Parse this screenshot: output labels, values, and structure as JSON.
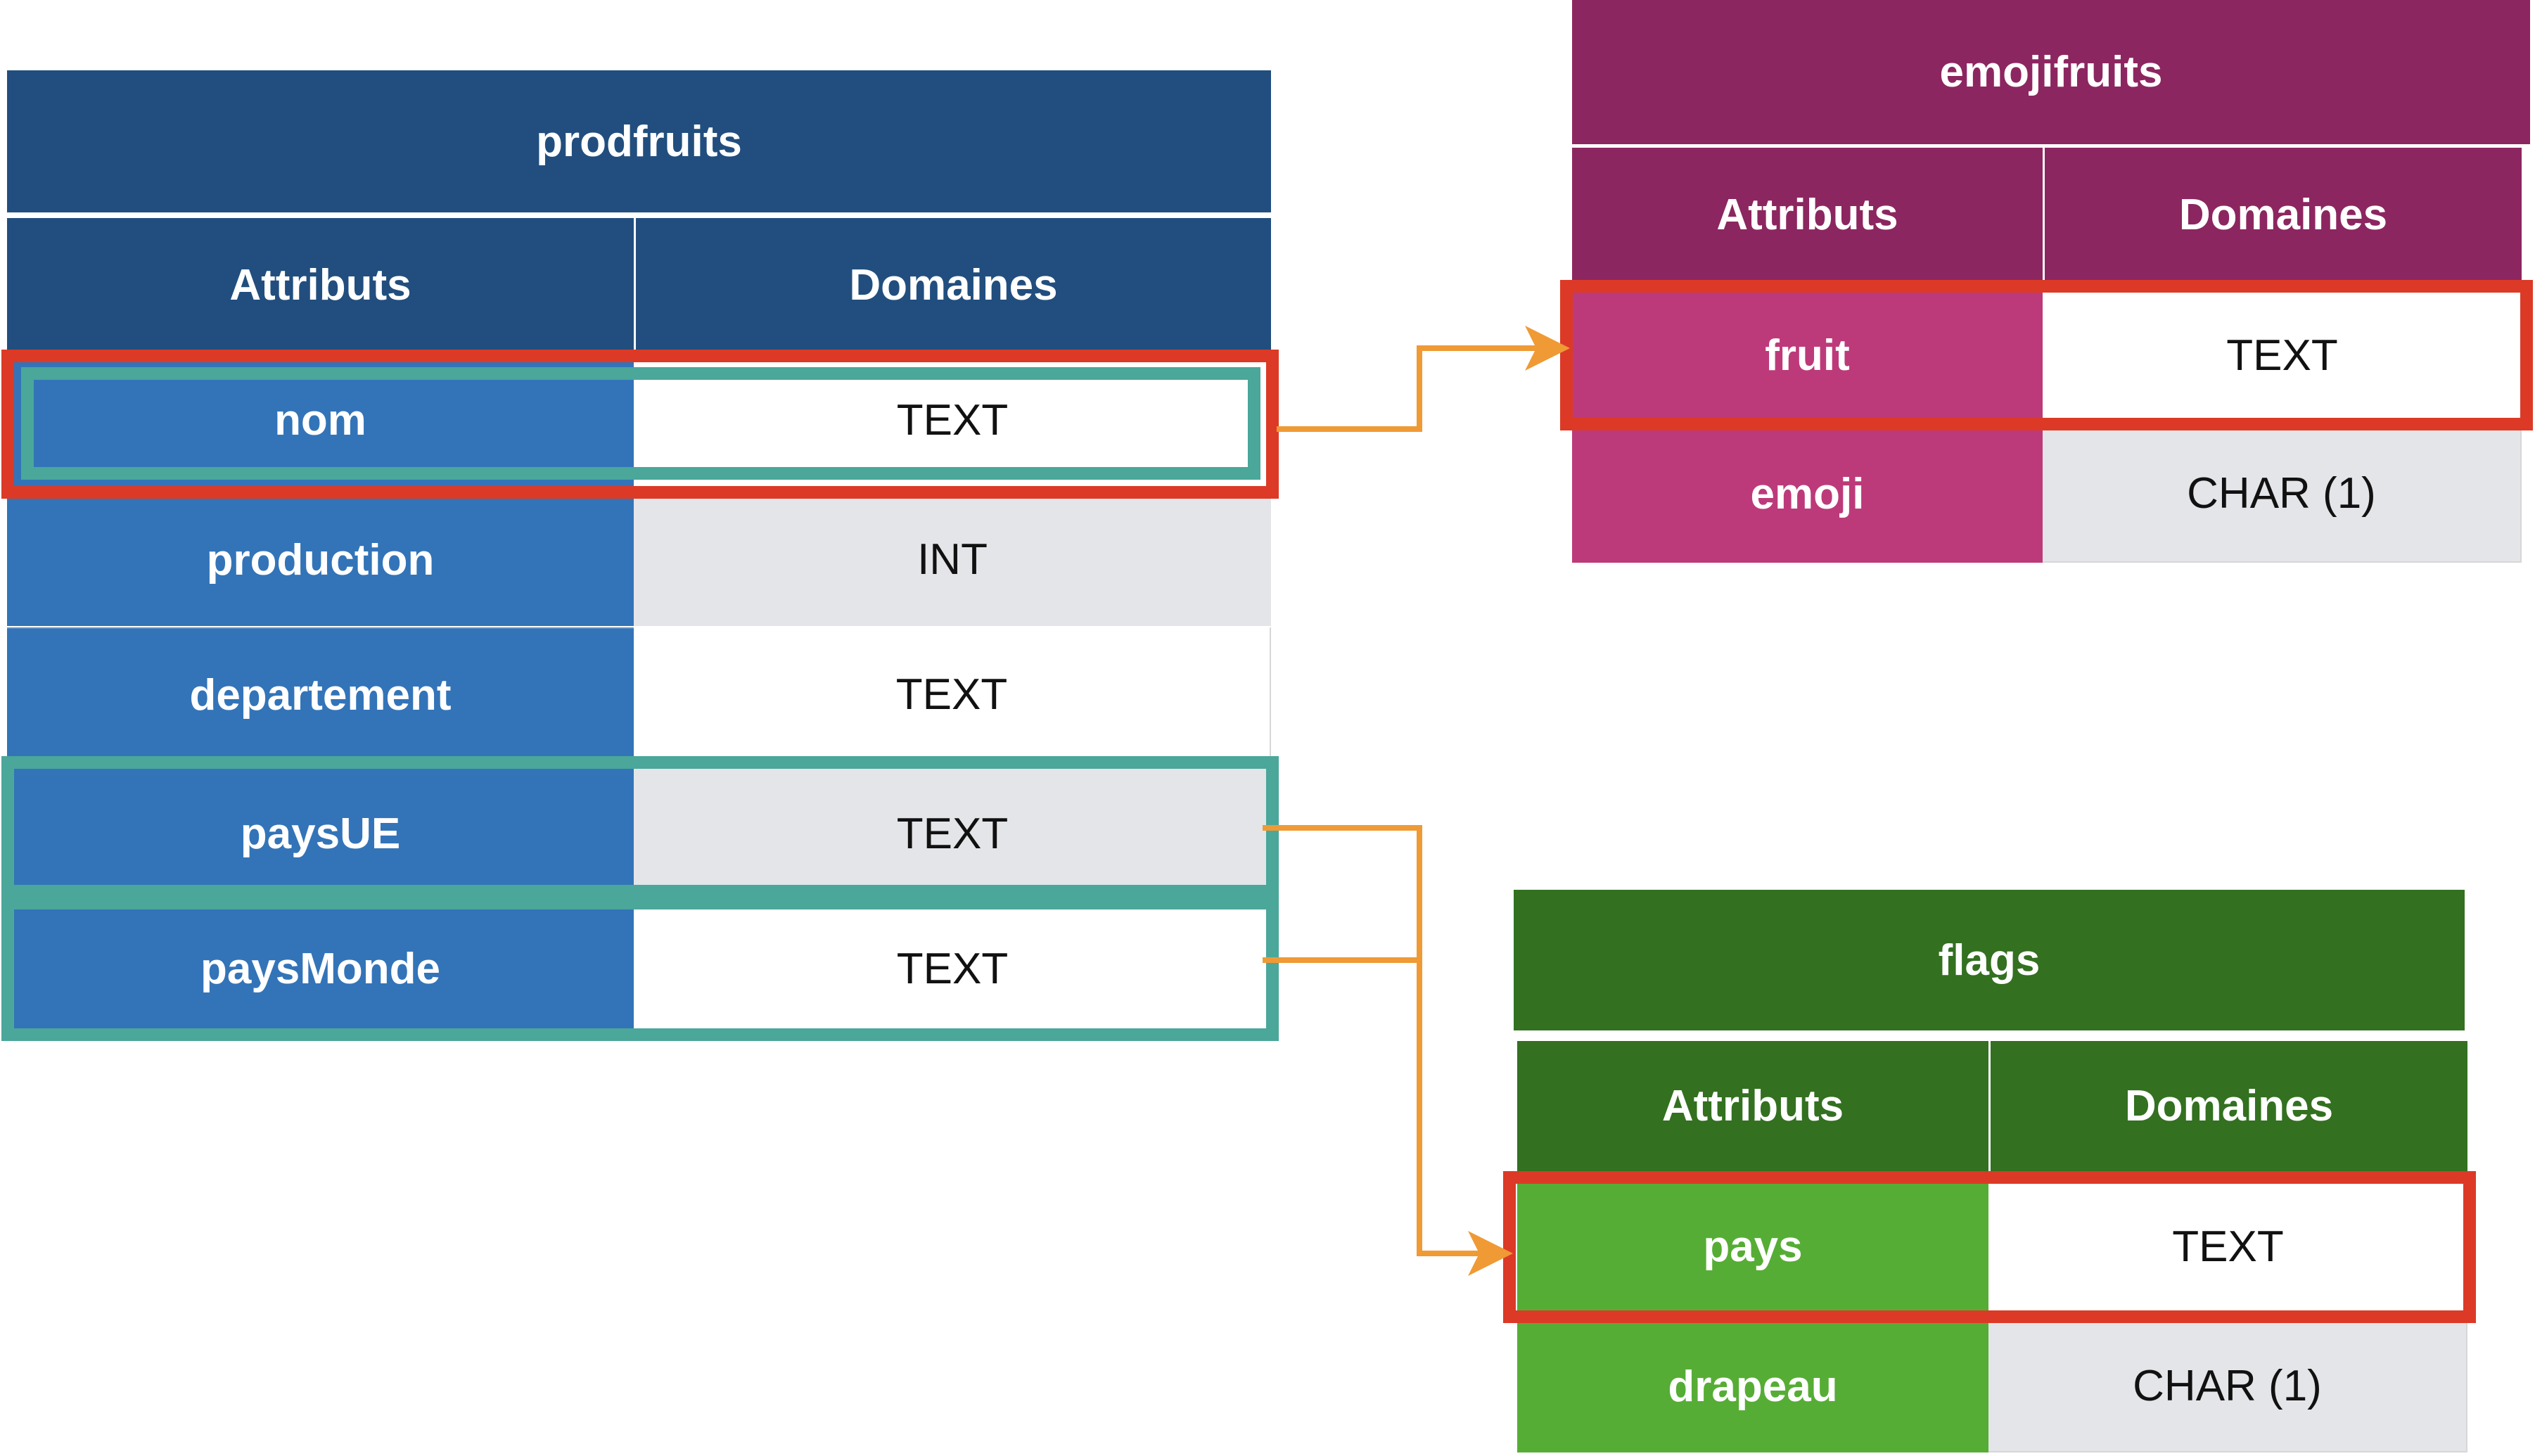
{
  "tables": {
    "prodfruits": {
      "title": "prodfruits",
      "header": {
        "attr": "Attributs",
        "dom": "Domaines"
      },
      "rows": [
        {
          "attr": "nom",
          "dom": "TEXT"
        },
        {
          "attr": "production",
          "dom": "INT"
        },
        {
          "attr": "departement",
          "dom": "TEXT"
        },
        {
          "attr": "paysUE",
          "dom": "TEXT"
        },
        {
          "attr": "paysMonde",
          "dom": "TEXT"
        }
      ]
    },
    "emojifruits": {
      "title": "emojifruits",
      "header": {
        "attr": "Attributs",
        "dom": "Domaines"
      },
      "rows": [
        {
          "attr": "fruit",
          "dom": "TEXT"
        },
        {
          "attr": "emoji",
          "dom": "CHAR (1)"
        }
      ]
    },
    "flags": {
      "title": "flags",
      "header": {
        "attr": "Attributs",
        "dom": "Domaines"
      },
      "rows": [
        {
          "attr": "pays",
          "dom": "TEXT"
        },
        {
          "attr": "drapeau",
          "dom": "CHAR (1)"
        }
      ]
    }
  },
  "links": [
    {
      "from": "prodfruits.nom",
      "to": "emojifruits.fruit"
    },
    {
      "from": "prodfruits.paysUE",
      "to": "flags.pays"
    },
    {
      "from": "prodfruits.paysMonde",
      "to": "flags.pays"
    }
  ],
  "colors": {
    "prodfruits_header": "#214e7e",
    "prodfruits_attr": "#3374b8",
    "emojifruits_header": "#8c2660",
    "emojifruits_attr": "#bd3a7a",
    "flags_header": "#337020",
    "flags_attr": "#56ad35",
    "value_grey": "#e4e5e8",
    "highlight_red": "#dc3a26",
    "highlight_teal": "#4aa79a",
    "link_orange": "#ef9a35"
  }
}
